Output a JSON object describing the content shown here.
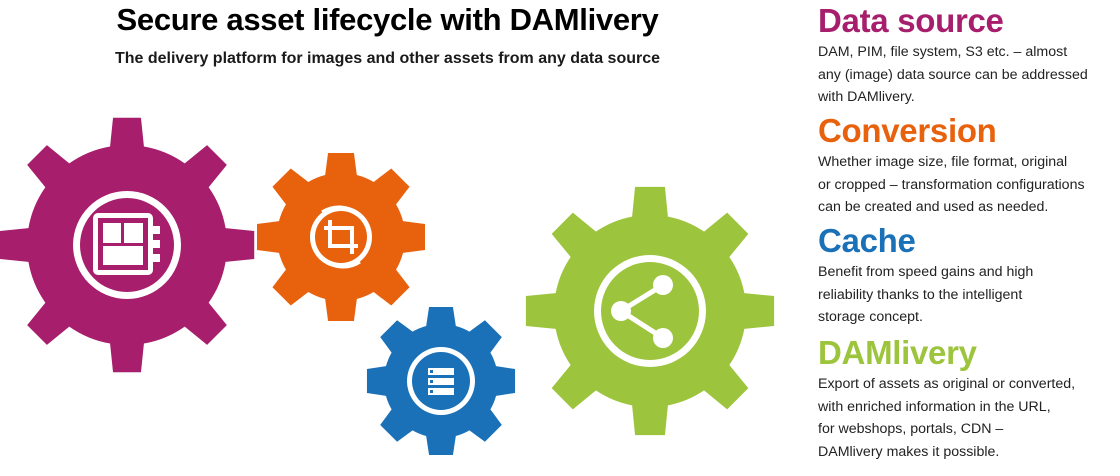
{
  "header": {
    "title": "Secure asset lifecycle with DAMlivery",
    "subtitle": "The delivery platform for images and other assets from any data source"
  },
  "colors": {
    "data_source": "#a61e6c",
    "conversion": "#e8620e",
    "cache": "#1a71b8",
    "damlivery": "#9dc43d"
  },
  "gears": [
    {
      "id": "data_source",
      "icon": "server-board-icon"
    },
    {
      "id": "conversion",
      "icon": "crop-rotate-icon"
    },
    {
      "id": "cache",
      "icon": "database-stack-icon"
    },
    {
      "id": "damlivery",
      "icon": "share-icon"
    }
  ],
  "sections": [
    {
      "heading": "Data source",
      "lines": [
        "DAM, PIM, file system, S3 etc. – almost",
        "any (image) data source can be addressed",
        "with DAMlivery."
      ]
    },
    {
      "heading": "Conversion",
      "lines": [
        "Whether image size, file format, original",
        "or cropped – transformation configurations",
        "can be created and used as needed."
      ]
    },
    {
      "heading": "Cache",
      "lines": [
        "Benefit from speed gains and high",
        "reliability thanks to the intelligent",
        "storage concept."
      ]
    },
    {
      "heading": "DAMlivery",
      "lines": [
        "Export of assets as original or converted,",
        "with enriched information in the URL,",
        "for webshops, portals, CDN –",
        "DAMlivery makes it possible."
      ]
    }
  ]
}
